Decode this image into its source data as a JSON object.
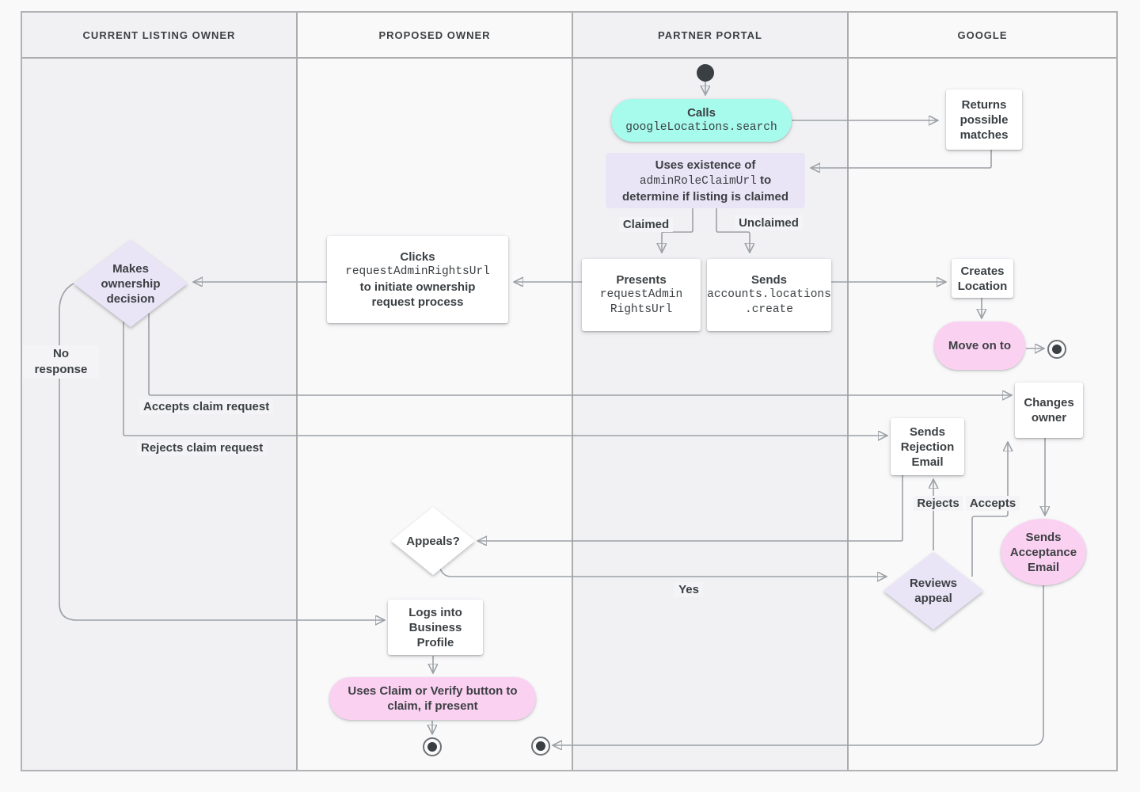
{
  "lanes": [
    "CURRENT LISTING OWNER",
    "PROPOSED OWNER",
    "PARTNER PORTAL",
    "GOOGLE"
  ],
  "nodes": {
    "calls": {
      "title": "Calls",
      "code": "googleLocations.search"
    },
    "returns_matches": {
      "text": "Returns possible matches"
    },
    "uses_existence": {
      "line1": "Uses existence of",
      "code": "adminRoleClaimUrl",
      "line2_suffix": " to",
      "line3": "determine if listing is claimed"
    },
    "presents": {
      "title": "Presents",
      "code1": "requestAdmin",
      "code2": "RightsUrl"
    },
    "sends_create": {
      "title": "Sends",
      "code1": "accounts.locations",
      "code2": ".create"
    },
    "creates_location": {
      "text": "Creates Location"
    },
    "move_on": {
      "text": "Move on to"
    },
    "clicks": {
      "title": "Clicks",
      "code": "requestAdminRightsUrl",
      "suffix": "to initiate ownership request process"
    },
    "makes_decision": {
      "text": "Makes ownership decision"
    },
    "changes_owner": {
      "text": "Changes owner"
    },
    "sends_rejection": {
      "text": "Sends Rejection Email"
    },
    "sends_acceptance": {
      "text": "Sends Acceptance Email"
    },
    "reviews_appeal": {
      "text": "Reviews appeal"
    },
    "appeals": {
      "text": "Appeals?"
    },
    "logs_in": {
      "text": "Logs into Business Profile"
    },
    "uses_claim": {
      "text": "Uses Claim or Verify button to claim, if present"
    }
  },
  "edge_labels": {
    "claimed": "Claimed",
    "unclaimed": "Unclaimed",
    "no_response": "No response",
    "accepts_claim": "Accepts claim request",
    "rejects_claim": "Rejects claim request",
    "rejects": "Rejects",
    "accepts": "Accepts",
    "yes": "Yes"
  },
  "colors": {
    "teal": "#A6FBEC",
    "purple": "#EAE4F7",
    "pink": "#FBD1F2",
    "text": "#3C4043",
    "line": "#9CA1A6",
    "lane_dark": "#F1F1F3",
    "lane_light": "#F9F9FA"
  }
}
